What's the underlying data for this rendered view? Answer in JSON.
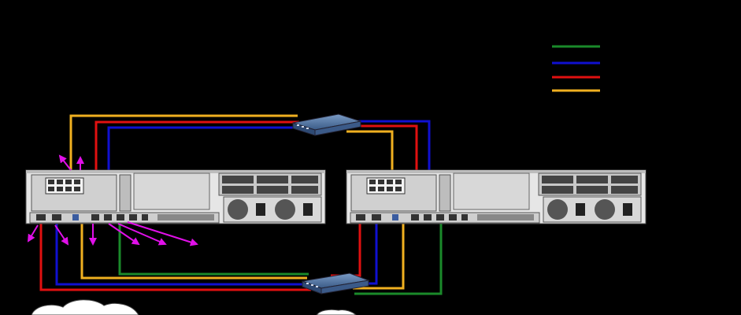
{
  "colors": {
    "background": "#000000",
    "green": "#1a8a2a",
    "blue": "#1010d0",
    "red": "#e01010",
    "yellow": "#f0b020",
    "magenta": "#e010e8",
    "chassis": "#e6e6e6",
    "switch": "#4a6c98"
  },
  "legend": [
    {
      "color": "green",
      "label": ""
    },
    {
      "color": "blue",
      "label": ""
    },
    {
      "color": "red",
      "label": ""
    },
    {
      "color": "yellow",
      "label": ""
    }
  ],
  "devices": {
    "servers": [
      {
        "id": "server-left"
      },
      {
        "id": "server-right"
      }
    ],
    "switches": [
      {
        "id": "switch-top"
      },
      {
        "id": "switch-bottom"
      }
    ]
  },
  "icons": [
    "network-cloud-icon",
    "network-cloud-icon",
    "magenta-arrow-icon"
  ]
}
